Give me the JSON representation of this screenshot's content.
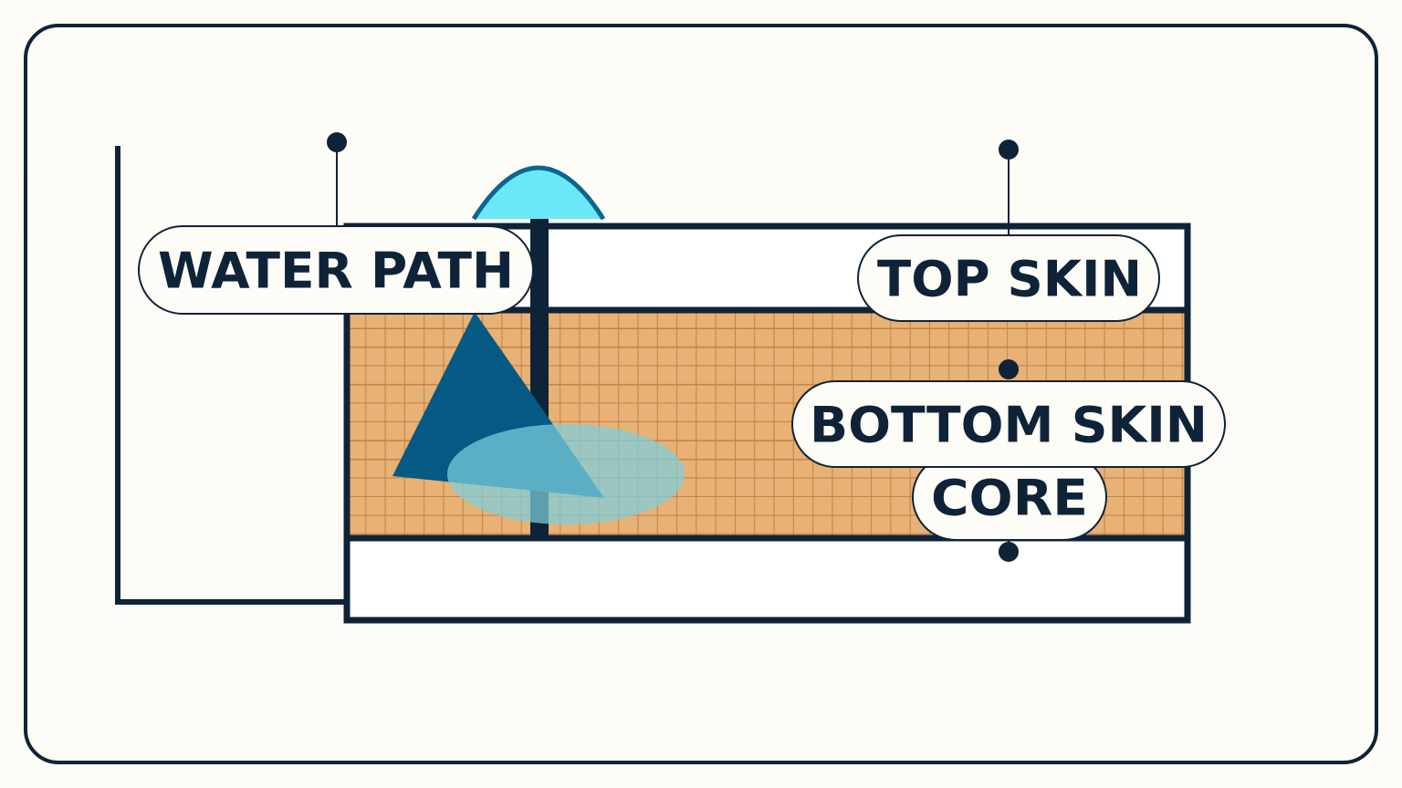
{
  "labels": {
    "water_path": "WATER PATH",
    "top_skin": "TOP SKIN",
    "bottom_skin": "BOTTOM SKIN",
    "core": "CORE"
  },
  "colors": {
    "background": "#fdfcf6",
    "ink": "#0f2338",
    "skin_fill": "#ffffff",
    "core_fill": "#e8b176",
    "core_grid": "#c58549",
    "fastener_cap": "#6ae8f7",
    "fastener_cap_stroke": "#0a6590",
    "water_cone": "#055a84",
    "water_spread": "#7dd0dc"
  },
  "icons": {
    "fastener_cap": "dome-cap-icon"
  }
}
